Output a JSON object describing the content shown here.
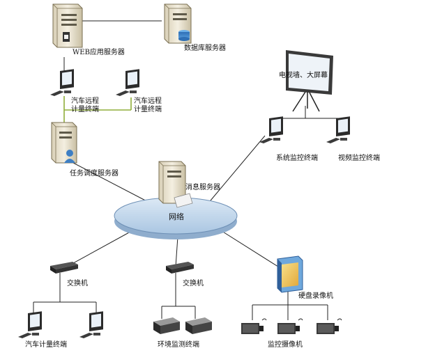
{
  "nodes": {
    "web_server": "WEB应用服务器",
    "db_server": "数据库服务器",
    "car_remote_terminal_1": [
      "汽车远程",
      "计量终端"
    ],
    "car_remote_terminal_2": [
      "汽车远程",
      "计量终端"
    ],
    "task_server": "任务调度服务器",
    "message_server": "消息服务器",
    "network": "网络",
    "tv_wall": "电视墙、大屏幕",
    "system_monitor_terminal": "系统监控终端",
    "video_monitor_terminal": "视频监控终端",
    "switch_left": "交换机",
    "switch_mid": "交换机",
    "dvr": "硬盘录像机",
    "car_meter_terminal": "汽车计量终端",
    "env_monitor_terminal": "环境监测终端",
    "camera": "监控摄像机"
  },
  "colors": {
    "network_fill": "#c9dcef",
    "network_edge": "#6d8fb5",
    "server_body": "#eae3cf",
    "line": "#222222",
    "green_line": "#8fae3a"
  }
}
